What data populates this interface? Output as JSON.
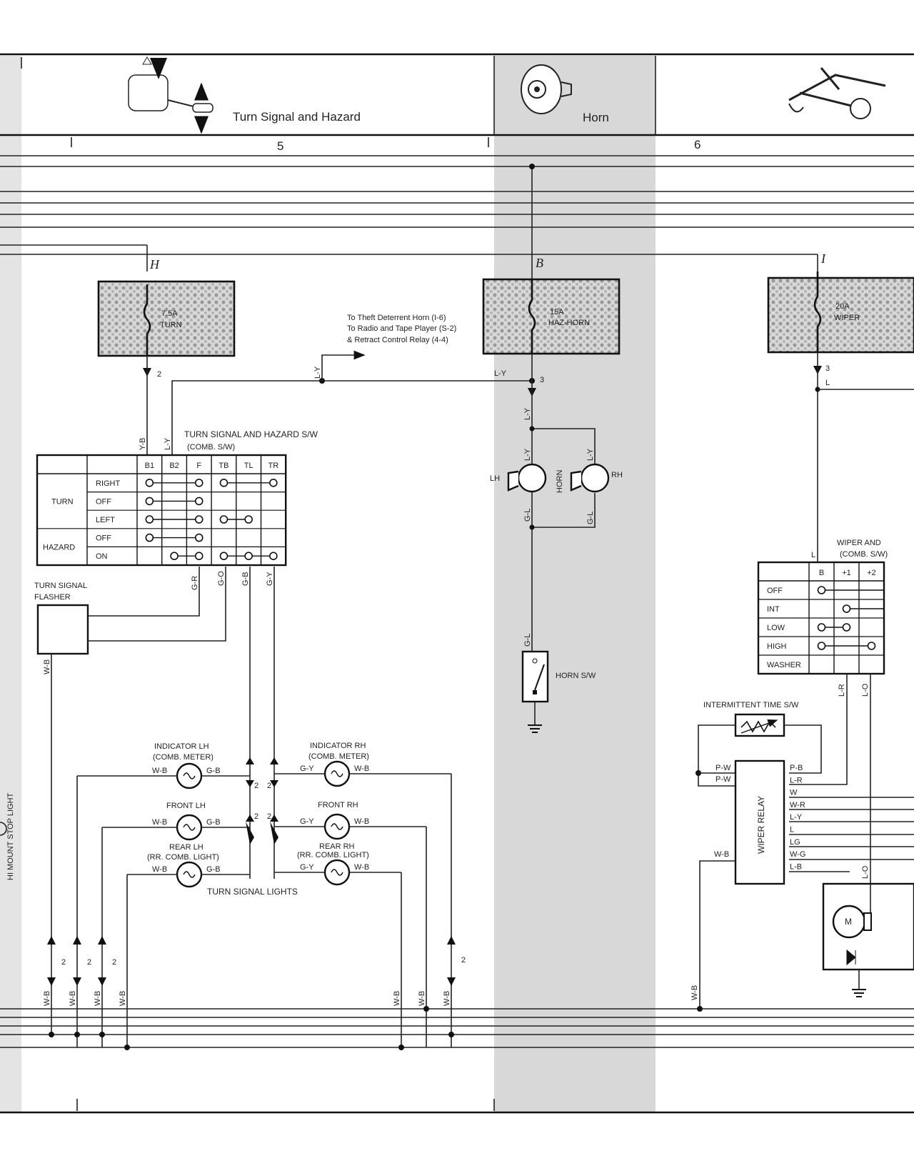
{
  "header": {
    "sections": [
      {
        "title": "Turn Signal and Hazard"
      },
      {
        "title": "Horn"
      }
    ],
    "column_numbers": [
      "5",
      "6"
    ]
  },
  "side_label": "HI MOUNT STOP LIGHT",
  "fuses": [
    {
      "bus": "H",
      "rating": "7.5A",
      "name": "TURN",
      "pin": "2"
    },
    {
      "bus": "B",
      "rating": "15A",
      "name": "HAZ-HORN",
      "pin": "3"
    },
    {
      "bus": "I",
      "rating": "20A",
      "name": "WIPER",
      "pin": "3"
    }
  ],
  "reference_note": [
    "To Theft Deterrent Horn (I-6)",
    "To Radio and Tape Player (S-2)",
    "& Retract Control Relay (4-4)"
  ],
  "turn_switch": {
    "title": "TURN SIGNAL AND HAZARD S/W",
    "subtitle": "(COMB. S/W)",
    "terminals": [
      "B1",
      "B2",
      "F",
      "TB",
      "TL",
      "TR"
    ],
    "groups": [
      "TURN",
      "HAZARD"
    ],
    "rows": [
      {
        "label": "RIGHT",
        "connections": [
          [
            "B1",
            "F"
          ],
          [
            "TB",
            "TR"
          ]
        ]
      },
      {
        "label": "OFF",
        "connections": [
          [
            "B1",
            "F"
          ]
        ]
      },
      {
        "label": "LEFT",
        "connections": [
          [
            "B1",
            "F"
          ],
          [
            "TB",
            "TL"
          ]
        ]
      },
      {
        "label": "OFF",
        "connections": [
          [
            "B1",
            "F"
          ]
        ]
      },
      {
        "label": "ON",
        "connections": [
          [
            "B2",
            "F"
          ],
          [
            "TB",
            "TL",
            "TR"
          ]
        ]
      }
    ]
  },
  "flasher": {
    "label1": "TURN SIGNAL",
    "label2": "FLASHER"
  },
  "lights": {
    "caption": "TURN SIGNAL LIGHTS",
    "indicator_lh": [
      "INDICATOR LH",
      "(COMB. METER)"
    ],
    "indicator_rh": [
      "INDICATOR RH",
      "(COMB. METER)"
    ],
    "front_lh": [
      "FRONT LH"
    ],
    "front_rh": [
      "FRONT RH"
    ],
    "rear_lh": [
      "REAR LH",
      "(RR. COMB. LIGHT)"
    ],
    "rear_rh": [
      "REAR RH",
      "(RR. COMB. LIGHT)"
    ]
  },
  "horn": {
    "lh": "LH",
    "rh": "RH",
    "label": "HORN",
    "switch": "HORN S/W"
  },
  "wiper_switch": {
    "title": "WIPER AND",
    "subtitle": "(COMB. S/W)",
    "terminals": [
      "B",
      "+1",
      "+2"
    ],
    "rows": [
      {
        "label": "OFF",
        "connections": [
          [
            "B"
          ]
        ]
      },
      {
        "label": "INT",
        "connections": [
          [
            "+1"
          ]
        ]
      },
      {
        "label": "LOW",
        "connections": [
          [
            "B",
            "+1"
          ]
        ]
      },
      {
        "label": "HIGH",
        "connections": [
          [
            "B",
            "+2"
          ]
        ]
      },
      {
        "label": "WASHER",
        "connections": []
      }
    ]
  },
  "intermittent": "INTERMITTENT TIME S/W",
  "wiper_relay": {
    "label": "WIPER RELAY",
    "left_pins": [
      "P-W",
      "P-W",
      "W-B"
    ],
    "right_pins": [
      "P-B",
      "L-R",
      "W",
      "W-R",
      "L-Y",
      "L",
      "LG",
      "W-G",
      "L-B"
    ]
  },
  "motor": "M",
  "wires": {
    "yb": "Y-B",
    "ly": "L-Y",
    "gr": "G-R",
    "go": "G-O",
    "gb": "G-B",
    "gy": "G-Y",
    "wb": "W-B",
    "gl": "G-L",
    "l": "L",
    "lr": "L-R",
    "lo": "L-O",
    "two": "2"
  }
}
